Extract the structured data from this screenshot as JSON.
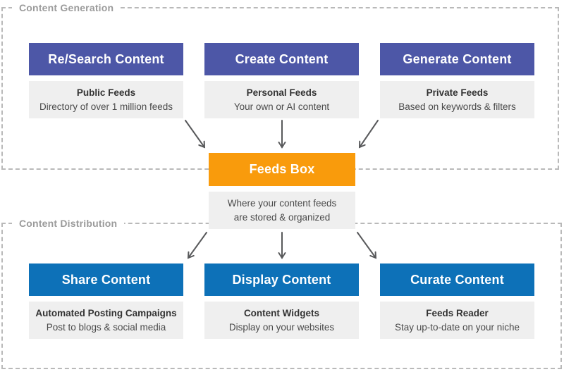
{
  "generation": {
    "label": "Content Generation",
    "boxes": [
      {
        "title": "Re/Search Content",
        "feed_type": "Public Feeds",
        "description": "Directory of over 1 million feeds"
      },
      {
        "title": "Create Content",
        "feed_type": "Personal Feeds",
        "description": "Your own or AI content"
      },
      {
        "title": "Generate Content",
        "feed_type": "Private Feeds",
        "description": "Based on keywords & filters"
      }
    ]
  },
  "feeds_box": {
    "title": "Feeds Box",
    "description_line1": "Where your content feeds",
    "description_line2": "are stored & organized"
  },
  "distribution": {
    "label": "Content Distribution",
    "boxes": [
      {
        "title": "Share Content",
        "feed_type": "Automated Posting Campaigns",
        "description": "Post to blogs & social media"
      },
      {
        "title": "Display Content",
        "feed_type": "Content Widgets",
        "description": "Display on your websites"
      },
      {
        "title": "Curate Content",
        "feed_type": "Feeds Reader",
        "description": "Stay up-to-date on your niche"
      }
    ]
  },
  "colors": {
    "generation_box": "#4d57a7",
    "distribution_box": "#0d71b8",
    "feeds_box": "#f99b0c",
    "info_background": "#efefef",
    "arrow": "#58595b",
    "section_border": "#b9b9b9",
    "section_label": "#9b9b9b"
  }
}
